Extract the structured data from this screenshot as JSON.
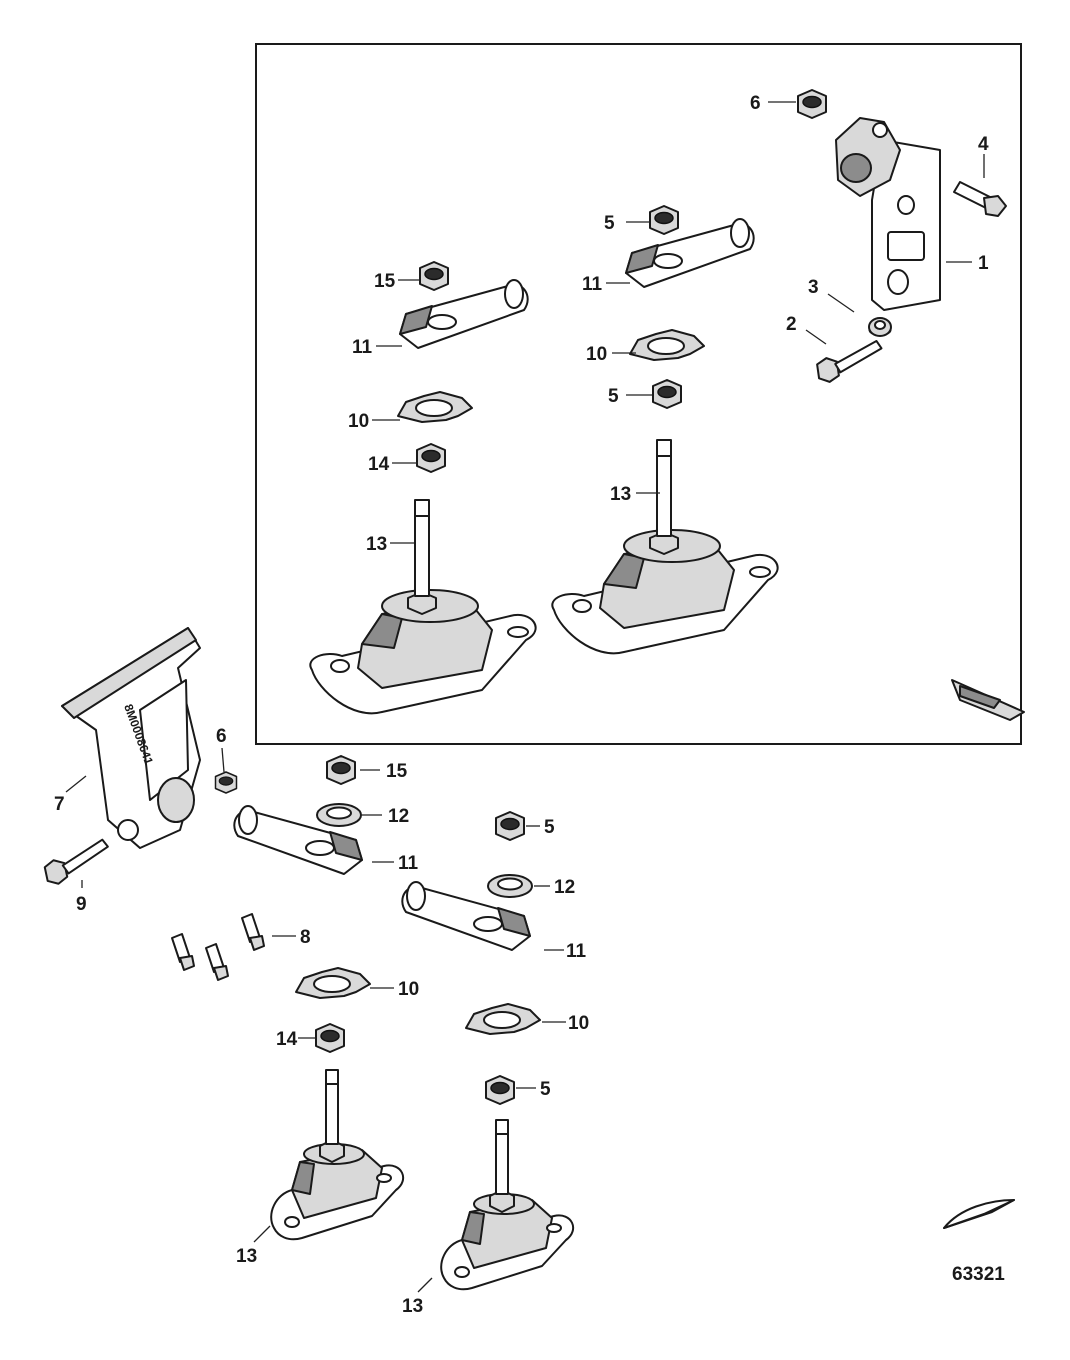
{
  "figure_id": "63321",
  "callouts": [
    "1",
    "2",
    "3",
    "4",
    "5",
    "6",
    "7",
    "8",
    "9",
    "10",
    "11",
    "12",
    "13",
    "14",
    "15"
  ],
  "bracket_stamp": "8M0008641"
}
